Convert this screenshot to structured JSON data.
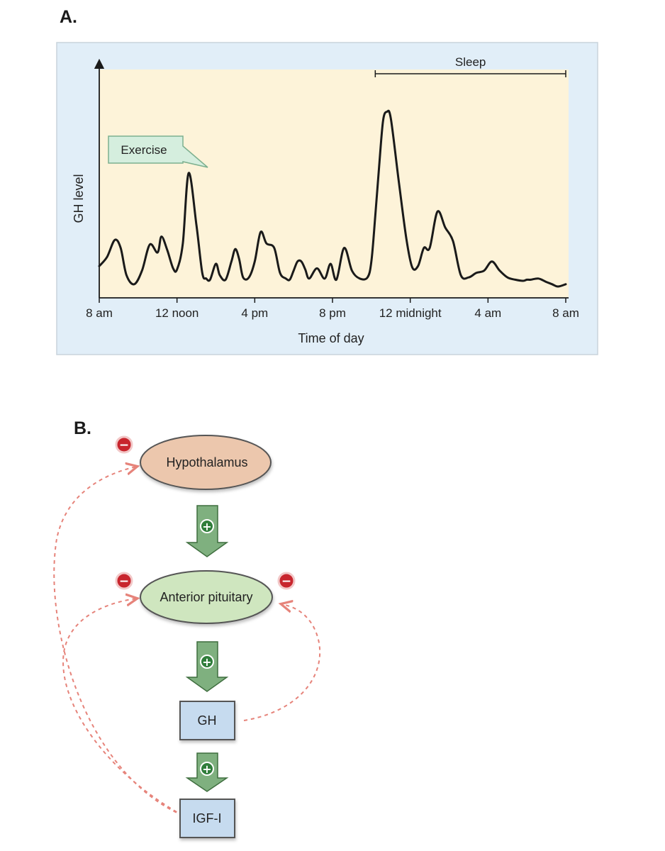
{
  "panel_a": {
    "label": "A.",
    "sleep_label": "Sleep",
    "exercise_label": "Exercise",
    "ylabel": "GH level",
    "xlabel": "Time of day",
    "colors": {
      "frame_bg": "#e1eef8",
      "plot_bg": "#fdf3d9",
      "callout_bg": "#d5eede",
      "line": "#1a1a1a"
    }
  },
  "chart_data": {
    "type": "line",
    "title": "",
    "xlabel": "Time of day",
    "ylabel": "GH level",
    "x_tick_labels": [
      "8 am",
      "12 noon",
      "4 pm",
      "8 pm",
      "12 midnight",
      "4 am",
      "8 am"
    ],
    "x_unit": "hours since 8 am",
    "xlim": [
      0,
      24
    ],
    "ylim": [
      0,
      10
    ],
    "series": [
      {
        "name": "",
        "x": [
          0,
          0.4,
          0.8,
          1.1,
          1.4,
          1.8,
          2.2,
          2.6,
          3.0,
          3.2,
          3.5,
          3.8,
          4.0,
          4.3,
          4.6,
          5.0,
          5.3,
          5.5,
          5.7,
          6.0,
          6.2,
          6.5,
          6.8,
          7.0,
          7.2,
          7.4,
          7.7,
          8.0,
          8.3,
          8.6,
          9.0,
          9.3,
          9.6,
          9.8,
          10.0,
          10.2,
          10.4,
          10.6,
          10.8,
          11.2,
          11.6,
          11.9,
          12.2,
          12.6,
          13.0,
          13.4,
          13.8,
          14.0,
          14.2,
          14.4,
          14.6,
          14.8,
          15.0,
          15.4,
          15.8,
          16.1,
          16.4,
          16.7,
          17.0,
          17.4,
          17.8,
          18.2,
          18.6,
          19.0,
          19.4,
          19.8,
          20.2,
          20.6,
          21.0,
          21.4,
          21.8,
          22.0,
          22.2,
          22.6,
          23.0,
          23.3,
          23.6,
          24.0
        ],
        "y": [
          1.4,
          1.8,
          2.55,
          2.2,
          1.0,
          0.6,
          1.2,
          2.35,
          2.0,
          2.7,
          2.1,
          1.3,
          1.25,
          2.4,
          5.5,
          3.2,
          1.1,
          0.85,
          0.8,
          1.5,
          1.0,
          0.8,
          1.6,
          2.15,
          1.7,
          0.9,
          0.9,
          1.6,
          2.9,
          2.4,
          2.2,
          1.1,
          0.85,
          0.8,
          1.2,
          1.6,
          1.6,
          1.25,
          0.85,
          1.3,
          0.85,
          1.5,
          0.8,
          2.2,
          1.2,
          0.85,
          0.9,
          1.6,
          3.6,
          5.8,
          7.8,
          8.2,
          7.9,
          5.2,
          2.6,
          1.35,
          1.4,
          2.2,
          2.2,
          3.8,
          3.1,
          2.5,
          1.0,
          0.9,
          1.1,
          1.2,
          1.6,
          1.2,
          0.9,
          0.8,
          0.75,
          0.8,
          0.8,
          0.85,
          0.7,
          0.6,
          0.5,
          0.6
        ]
      }
    ],
    "sleep_range": [
      14.2,
      24
    ],
    "grid": false
  },
  "panel_b": {
    "label": "B.",
    "nodes": {
      "hypothalamus": "Hypothalamus",
      "pituitary": "Anterior pituitary",
      "gh": "GH",
      "igf": "IGF-I"
    },
    "signs": {
      "plus": "+",
      "minus": "−"
    },
    "colors": {
      "hypothalamus_fill": "#ecc7ad",
      "pituitary_fill": "#cfe6bf",
      "box_fill": "#c6dbef",
      "arrow_fill": "#7fb07f",
      "minus_fill": "#c8252d",
      "plus_fill": "#2f7d3a",
      "feedback_stroke": "#e6837a"
    }
  }
}
